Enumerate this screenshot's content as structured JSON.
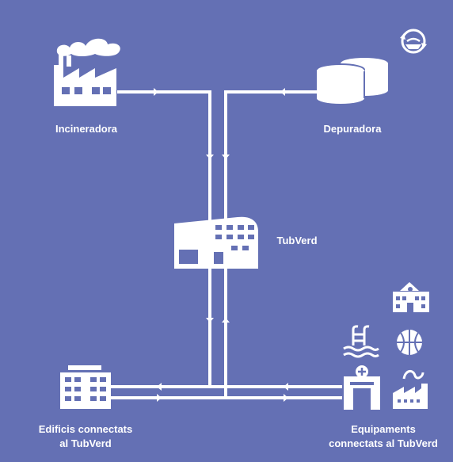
{
  "nodes": {
    "incineradora": {
      "label": "Incineradora"
    },
    "depuradora": {
      "label": "Depuradora"
    },
    "tubverd": {
      "label": "TubVerd"
    },
    "edificis": {
      "line1": "Edificis connectats",
      "line2": "al TubVerd"
    },
    "equipaments": {
      "line1": "Equipaments",
      "line2": "connectats al TubVerd"
    }
  },
  "icons": [
    "factory-icon",
    "tanks-icon",
    "recycle-icon",
    "tubverd-building-icon",
    "office-building-icon",
    "school-icon",
    "pool-icon",
    "basketball-icon",
    "hospital-icon",
    "industry-icon"
  ],
  "colors": {
    "background": "#6470b4",
    "foreground": "#ffffff"
  }
}
